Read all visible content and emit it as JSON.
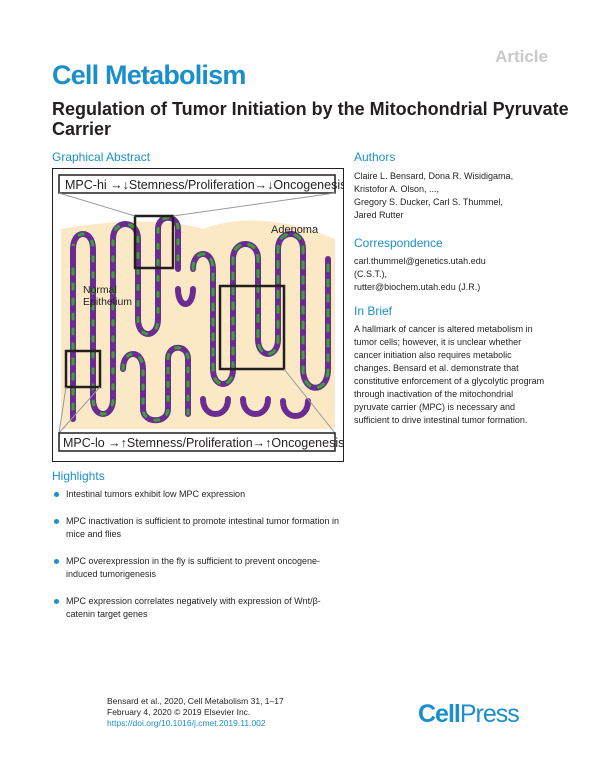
{
  "header": {
    "article_tag": "Article",
    "journal": "Cell Metabolism",
    "title": "Regulation of Tumor Initiation by the Mitochondrial Pyruvate Carrier"
  },
  "graphical_abstract": {
    "heading": "Graphical Abstract",
    "top_banner": "MPC-hi →↓Stemness/Proliferation→↓Oncogenesis",
    "bottom_banner": "MPC-lo →↑Stemness/Proliferation→↑Oncogenesis",
    "label_adenoma": "Adenoma",
    "label_normal_1": "Normal",
    "label_normal_2": "Epithelium",
    "colors": {
      "tissue_fill": "#fbe9c6",
      "purple": "#6a2c91",
      "green": "#3aa335"
    }
  },
  "authors": {
    "heading": "Authors",
    "lines": [
      "Claire L. Bensard, Dona R. Wisidigama,",
      "Kristofor A. Olson, ...,",
      "Gregory S. Ducker, Carl S. Thummel,",
      "Jared Rutter"
    ]
  },
  "correspondence": {
    "heading": "Correspondence",
    "lines": [
      "carl.thummel@genetics.utah.edu",
      "(C.S.T.),",
      "rutter@biochem.utah.edu (J.R.)"
    ]
  },
  "in_brief": {
    "heading": "In Brief",
    "text": "A hallmark of cancer is altered metabolism in tumor cells; however, it is unclear whether cancer initiation also requires metabolic changes. Bensard et al. demonstrate that constitutive enforcement of a glycolytic program through inactivation of the mitochondrial pyruvate carrier (MPC) is necessary and sufficient to drive intestinal tumor formation."
  },
  "highlights": {
    "heading": "Highlights",
    "items": [
      "Intestinal tumors exhibit low MPC expression",
      "MPC inactivation is sufficient to promote intestinal tumor formation in mice and flies",
      "MPC overexpression in the fly is sufficient to prevent oncogene-induced tumorigenesis",
      "MPC expression correlates negatively with expression of Wnt/β-catenin target genes"
    ]
  },
  "footer": {
    "citation": "Bensard et al., 2020, Cell Metabolism 31, 1–17",
    "date": "February 4, 2020 © 2019 Elsevier Inc.",
    "doi": "https://doi.org/10.1016/j.cmet.2019.11.002"
  },
  "publisher_logo": {
    "part1": "Cell",
    "part2": "Press"
  }
}
